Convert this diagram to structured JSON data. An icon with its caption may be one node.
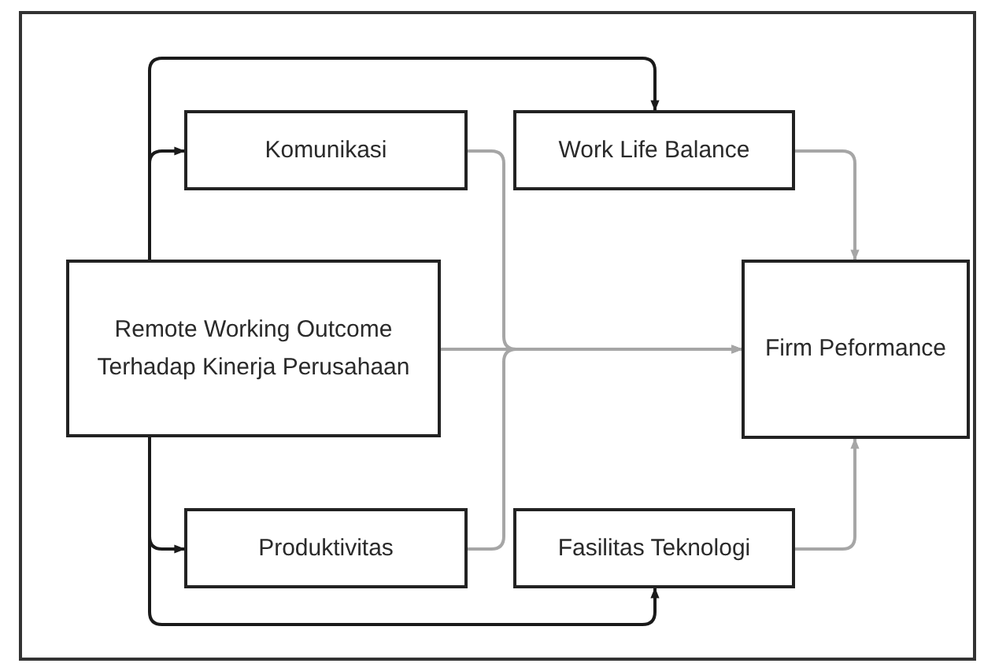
{
  "diagram": {
    "nodes": [
      {
        "text": [
          "Komunikasi"
        ]
      },
      {
        "text": [
          "Work Life Balance"
        ]
      },
      {
        "text": [
          "Remote Working Outcome Terhadap Kinerja Perusahaan"
        ]
      },
      {
        "text": [
          "Firm Peformance"
        ]
      },
      {
        "text": [
          "Produktivitas"
        ]
      },
      {
        "text": [
          "Fasilitas Teknologi"
        ]
      }
    ],
    "edges": [
      {
        "from": 2,
        "to": 0,
        "arrow": "to",
        "color": "#1a1a1a"
      },
      {
        "from": 2,
        "to": 1,
        "arrow": "to",
        "color": "#1a1a1a"
      },
      {
        "from": 2,
        "to": 4,
        "arrow": "to",
        "color": "#1a1a1a"
      },
      {
        "from": 2,
        "to": 5,
        "arrow": "to",
        "color": "#1a1a1a"
      },
      {
        "from": 0,
        "to": 3,
        "arrow": "to"
      },
      {
        "from": 2,
        "to": 3,
        "arrow": "to"
      },
      {
        "from": 4,
        "to": 3,
        "arrow": "to"
      },
      {
        "from": 1,
        "to": 3,
        "arrow": "to"
      },
      {
        "from": 5,
        "to": 3,
        "arrow": "to"
      }
    ]
  }
}
